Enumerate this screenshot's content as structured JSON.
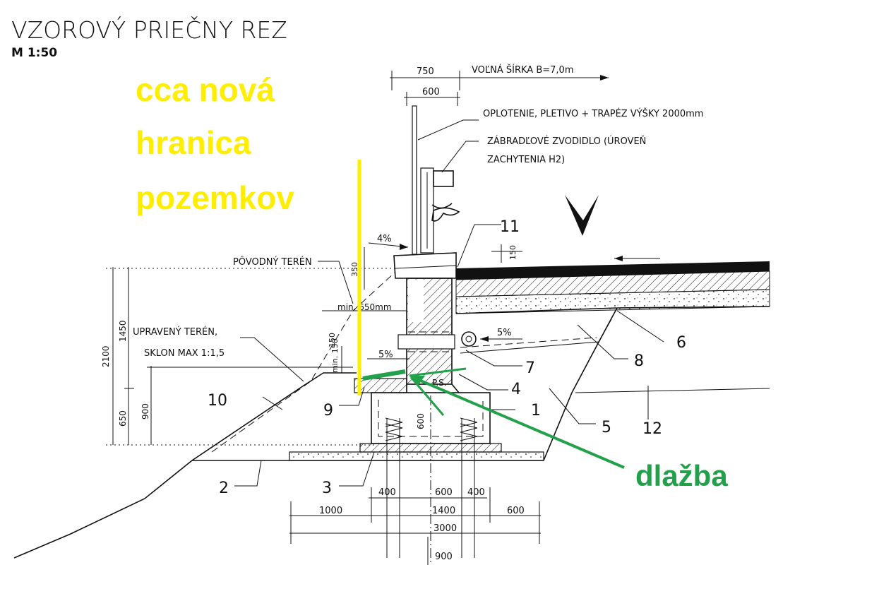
{
  "title": "VZOROVÝ PRIEČNY REZ",
  "scale": "M 1:50",
  "annotations": {
    "yellow_note": [
      "cca nová",
      "hranica",
      "pozemkov"
    ],
    "green_note": "dlažba",
    "yellow_color": "#ffee00",
    "green_color": "#22a04a"
  },
  "labels": {
    "dim_750": "750",
    "free_width": "VOĽNÁ ŠÍRKA B=7,0m",
    "dim_600_top": "600",
    "fence": "OPLOTENIE, PLETIVO + TRAPÉZ VÝŠKY 2000mm",
    "guardrail_1": "ZÁBRADĽOVÉ ZVODIDLO (ÚROVEŇ",
    "guardrail_2": "ZACHYTENIA H2)",
    "slope_4": "4%",
    "item_11": "11",
    "dim_150_r": "150",
    "orig_terrain": "PÔVODNÝ TERÉN",
    "dim_350": "350",
    "min_650": "min. 650mm",
    "dim_1450": "1450",
    "dim_2100": "2100",
    "dim_150_v": "150",
    "min_150": "min. 150",
    "adj_terrain_1": "UPRAVENÝ TERÉN,",
    "adj_terrain_2": "SKLON MAX 1:1,5",
    "slope_5_left": "5%",
    "slope_5_right": "5%",
    "ps": "P.S.",
    "item_6": "6",
    "item_7": "7",
    "item_8": "8",
    "item_4": "4",
    "item_1": "1",
    "item_5": "5",
    "item_12": "12",
    "item_9": "9",
    "item_10": "10",
    "dim_900_v": "900",
    "dim_650_v": "650",
    "item_2": "2",
    "item_3": "3",
    "dim_600_mid": "600",
    "dim_400_a": "400",
    "dim_600_b": "600",
    "dim_400_b": "400",
    "dim_1000": "1000",
    "dim_1400": "1400",
    "dim_600_c": "600",
    "dim_3000": "3000",
    "dim_900_bot": "900"
  }
}
